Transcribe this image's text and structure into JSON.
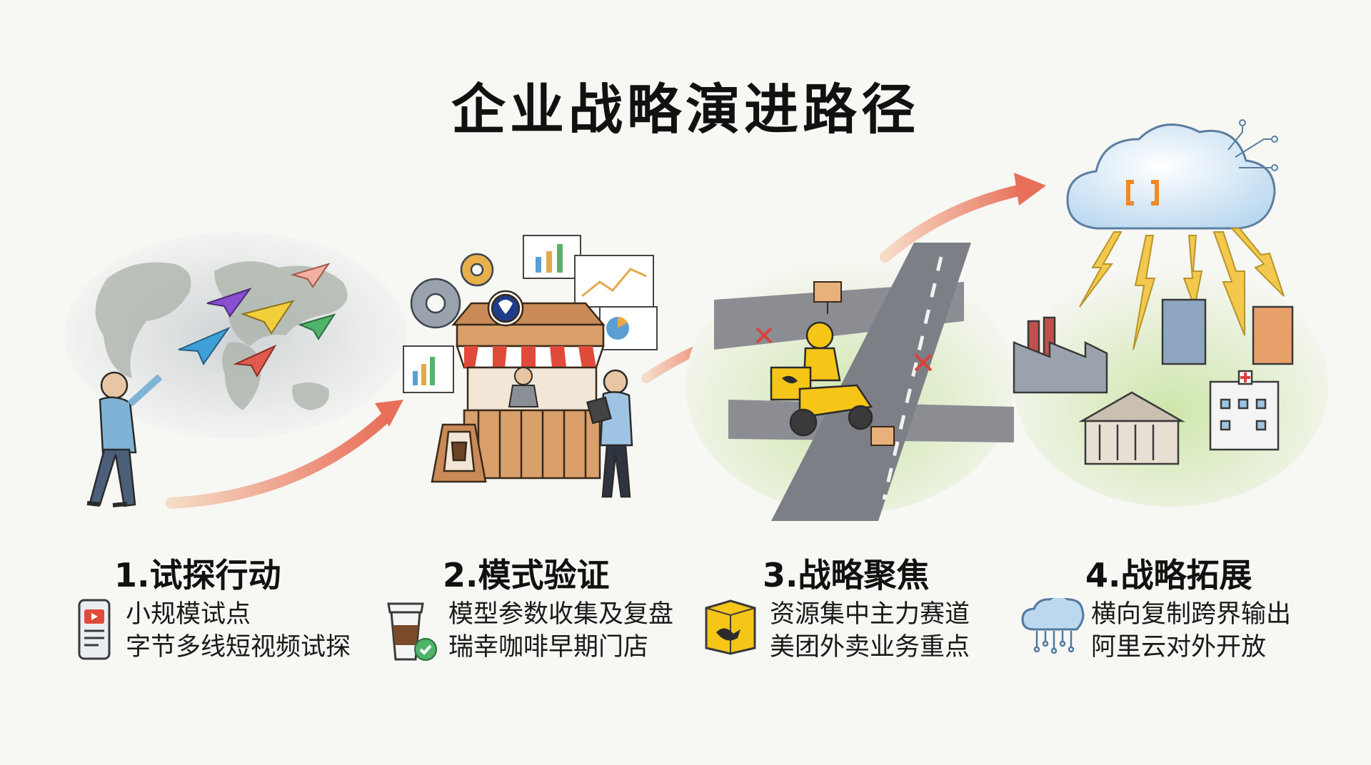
{
  "title": "企业战略演进路径",
  "colors": {
    "arrow_start": "#f3c9a8",
    "arrow_end": "#e8705a",
    "road": "#7d7f86",
    "meituan_yellow": "#f5c518",
    "luckin_blue": "#1f3c88",
    "aliyun_orange": "#f08a24",
    "lightning": "#f2c94c",
    "grass": "#b9d98d"
  },
  "stages": [
    {
      "title": "1.试探行动",
      "lines": [
        "小规模试点",
        "字节多线短视频试探"
      ],
      "icon": "smartphone-video-icon"
    },
    {
      "title": "2.模式验证",
      "lines": [
        "模型参数收集及复盘",
        "瑞幸咖啡早期门店"
      ],
      "icon": "coffee-cup-check-icon"
    },
    {
      "title": "3.战略聚焦",
      "lines": [
        "资源集中主力赛道",
        "美团外卖业务重点"
      ],
      "icon": "delivery-box-icon"
    },
    {
      "title": "4.战略拓展",
      "lines": [
        "横向复制跨界输出",
        "阿里云对外开放"
      ],
      "icon": "cloud-circuit-icon"
    }
  ]
}
